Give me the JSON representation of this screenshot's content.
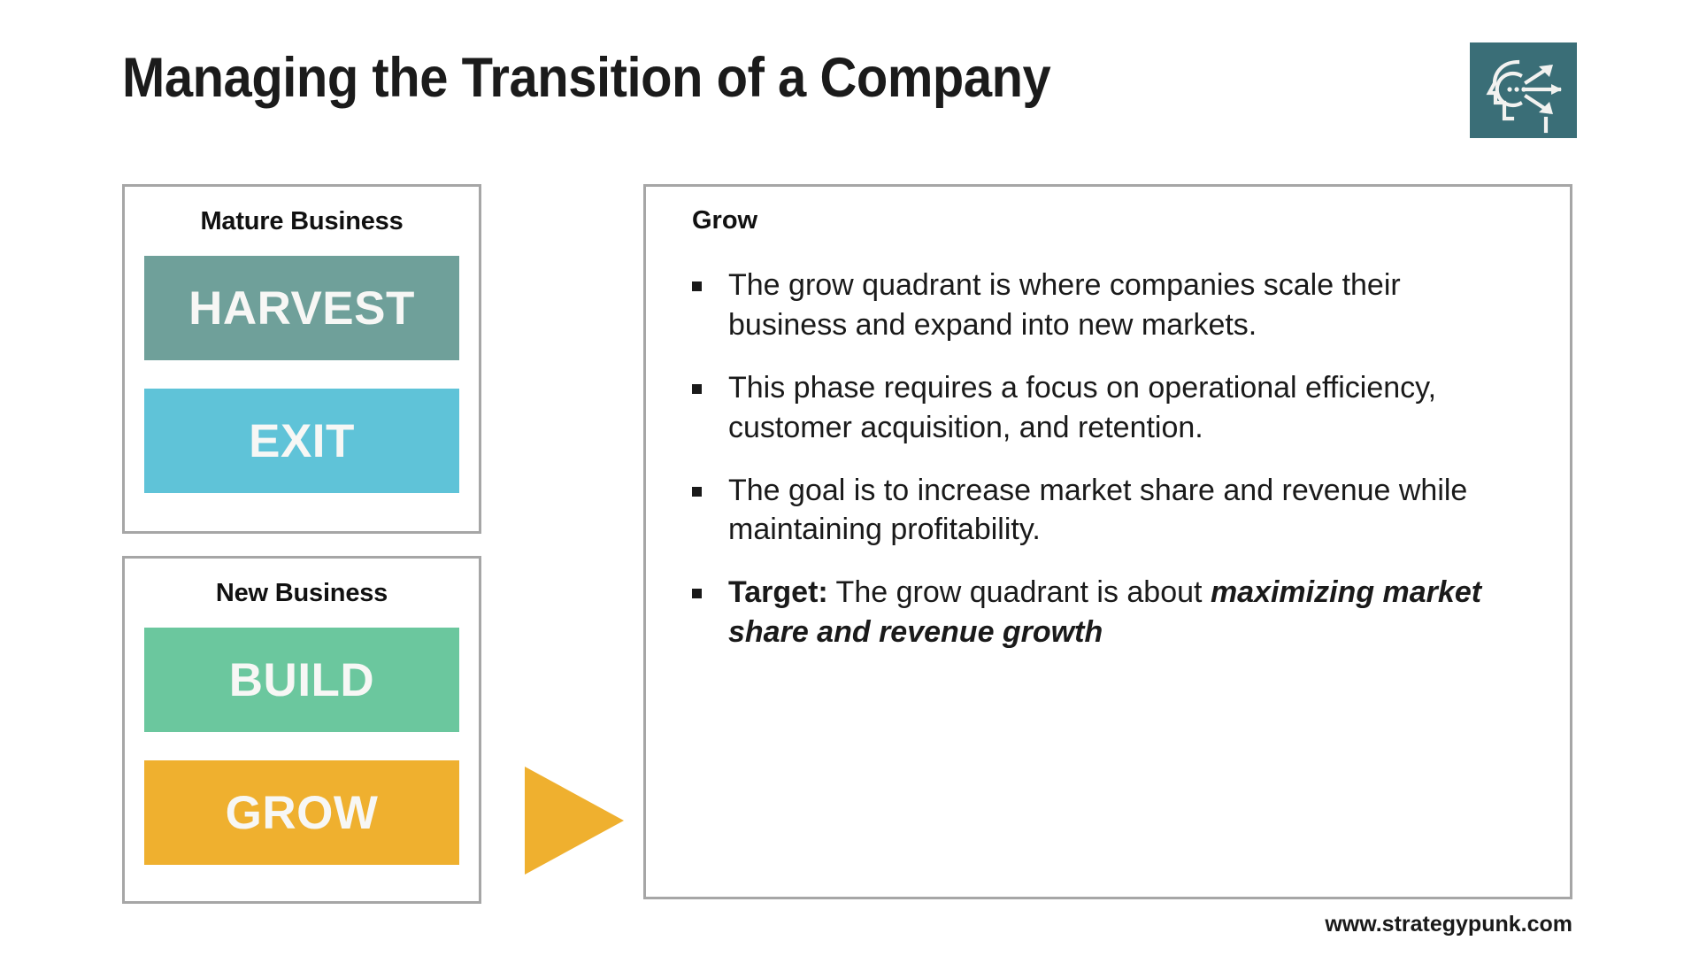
{
  "slide": {
    "title": "Managing the Transition of a Company",
    "footer_url": "www.strategypunk.com"
  },
  "logo": {
    "name": "strategy-head-arrows-logo",
    "background_color": "#3a6e77",
    "stroke_color": "#f2f2f0"
  },
  "colors": {
    "harvest": "#6fa09a",
    "exit": "#5fc3d8",
    "build": "#6bc79e",
    "grow": "#efb02f",
    "card_border": "#a6a6a6",
    "arrow": "#efb02f",
    "text": "#1a1a1a"
  },
  "matrix": {
    "cards": [
      {
        "heading": "Mature Business",
        "bars": [
          {
            "label": "HARVEST",
            "color": "#6fa09a"
          },
          {
            "label": "EXIT",
            "color": "#5fc3d8"
          }
        ]
      },
      {
        "heading": "New Business",
        "bars": [
          {
            "label": "BUILD",
            "color": "#6bc79e"
          },
          {
            "label": "GROW",
            "color": "#efb02f"
          }
        ]
      }
    ]
  },
  "arrow": {
    "name": "right-pointing-triangle",
    "direction": "right",
    "color": "#efb02f"
  },
  "detail": {
    "heading": "Grow",
    "bullets": [
      {
        "segments": [
          {
            "text": "The grow quadrant is where companies scale their business and expand into new markets.",
            "style": "normal"
          }
        ]
      },
      {
        "segments": [
          {
            "text": "This phase requires a focus on operational efficiency, customer acquisition, and retention.",
            "style": "normal"
          }
        ]
      },
      {
        "segments": [
          {
            "text": "The goal is to increase market share and revenue while maintaining profitability.",
            "style": "normal"
          }
        ]
      },
      {
        "segments": [
          {
            "text": "Target:",
            "style": "bold"
          },
          {
            "text": " The grow quadrant is about ",
            "style": "normal"
          },
          {
            "text": "maximizing market share and revenue growth",
            "style": "bold-italic"
          }
        ]
      }
    ]
  }
}
